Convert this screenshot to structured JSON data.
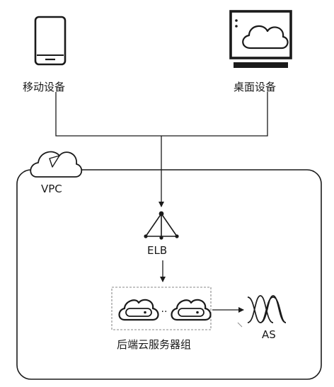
{
  "nodes": {
    "mobile": {
      "label": "移动设备"
    },
    "desktop": {
      "label": "桌面设备"
    },
    "vpc": {
      "label": "VPC"
    },
    "elb": {
      "label": "ELB"
    },
    "servers": {
      "label": "后端云服务器组",
      "separator": "··"
    },
    "as": {
      "label": "AS"
    }
  },
  "icons": {
    "mobile": "mobile-phone-icon",
    "desktop": "desktop-monitor-icon",
    "vpc": "cloud-vpc-icon",
    "elb": "load-balancer-icon",
    "server": "cloud-server-icon",
    "as": "auto-scaling-icon"
  },
  "colors": {
    "stroke": "#1a1a1a",
    "group_border": "#888888",
    "background": "#ffffff"
  },
  "edges": [
    {
      "from": "移动设备",
      "to": "ELB"
    },
    {
      "from": "桌面设备",
      "to": "ELB"
    },
    {
      "from": "ELB",
      "to": "后端云服务器组"
    },
    {
      "from": "后端云服务器组",
      "to": "AS"
    }
  ]
}
